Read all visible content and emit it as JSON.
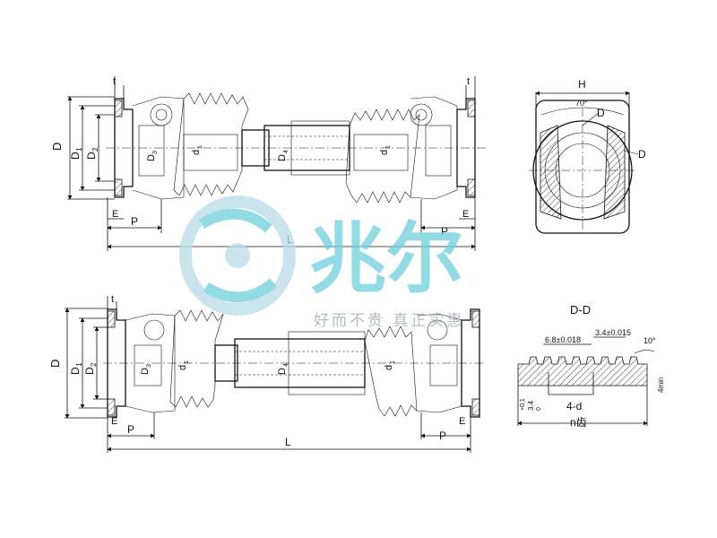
{
  "drawing": {
    "top_view": {
      "labels": {
        "D": "D",
        "D1": "D",
        "D1_sub": "1",
        "D2": "D",
        "D2_sub": "2",
        "D3": "D",
        "D3_sub": "3",
        "D4": "D",
        "D4_sub": "4",
        "d1_left": "d",
        "d1_left_sub": "1",
        "d1_right": "d",
        "d1_right_sub": "1",
        "t_left": "t",
        "t_right": "t",
        "E_left": "E",
        "E_right": "E",
        "P_left": "P",
        "P_right": "P",
        "L": "L"
      }
    },
    "bottom_view": {
      "labels": {
        "D": "D",
        "D1": "D",
        "D1_sub": "1",
        "D2": "D",
        "D2_sub": "2",
        "D3": "D",
        "D3_sub": "3",
        "D4": "D",
        "D4_sub": "4",
        "d1_left": "d",
        "d1_left_sub": "1",
        "d1_right": "d",
        "d1_right_sub": "1",
        "t": "t",
        "E_left": "E",
        "E_right": "E",
        "P_left": "P",
        "P_right": "P",
        "L": "L"
      }
    },
    "end_view": {
      "H": "H",
      "angle": "70°",
      "D_top": "D",
      "D_right": "D"
    },
    "section_dd": {
      "title": "D-D",
      "dim1": "3.4±0.015",
      "dim2": "6.8±0.018",
      "angle": "10°",
      "height_left": "3.4",
      "height_left_tol": "+0.1",
      "height_left_tol2": "0",
      "four_min": "4min",
      "label_4d": "4-d",
      "label_teeth": "n齿"
    }
  },
  "watermark": {
    "brand": "兆尔",
    "slogan": "好而不贵 真正实惠",
    "color_primary": "#6fd0dc",
    "color_secondary": "#b9dbe8"
  }
}
